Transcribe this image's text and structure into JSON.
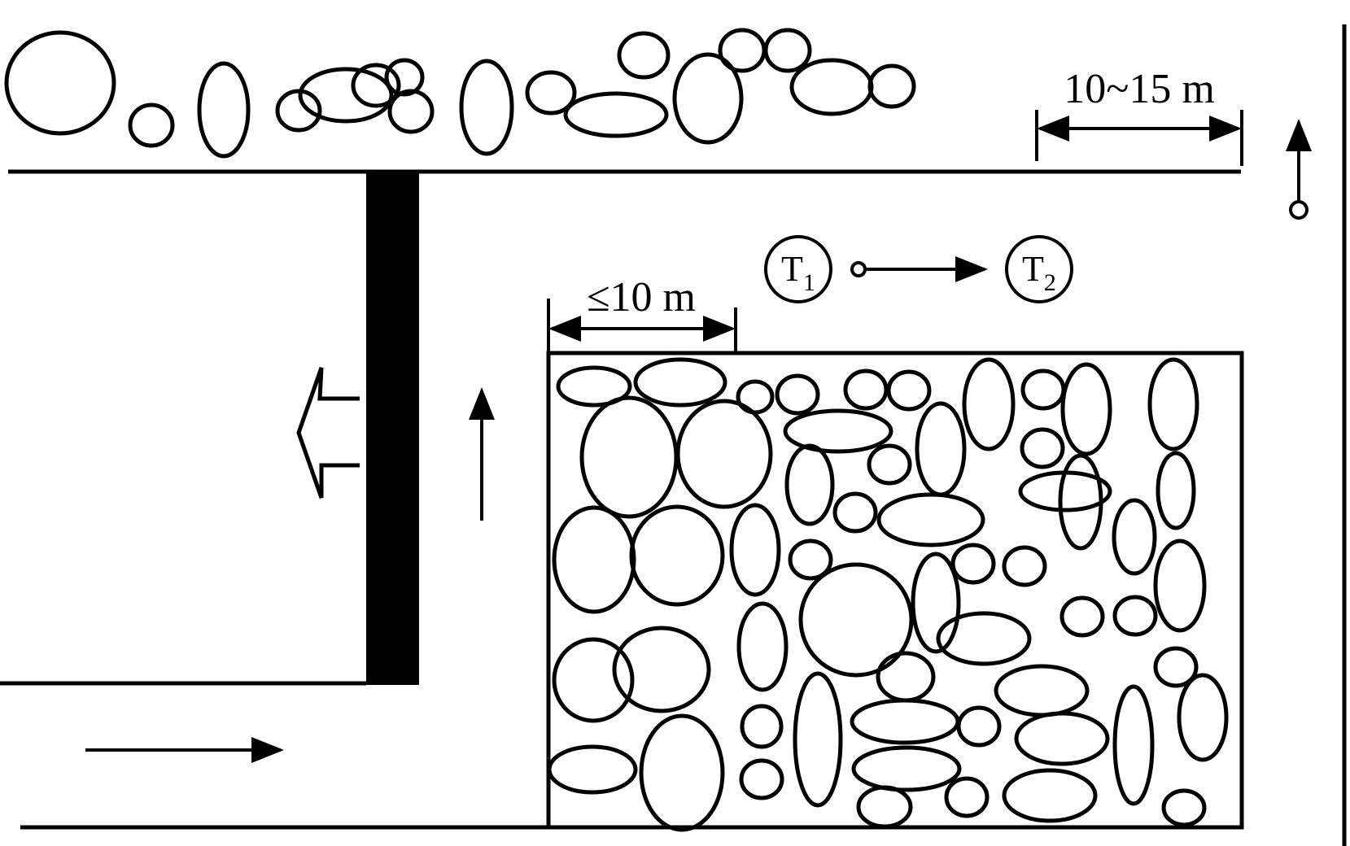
{
  "labels": {
    "top_dimension": "10~15 m",
    "gob_dimension": "≤10 m",
    "t1_letter": "T",
    "t1_subscript": "1",
    "t2_letter": "T",
    "t2_subscript": "2"
  },
  "colors": {
    "stroke": "#000000",
    "background": "#ffffff",
    "coal_pillar_fill": "#000000"
  }
}
